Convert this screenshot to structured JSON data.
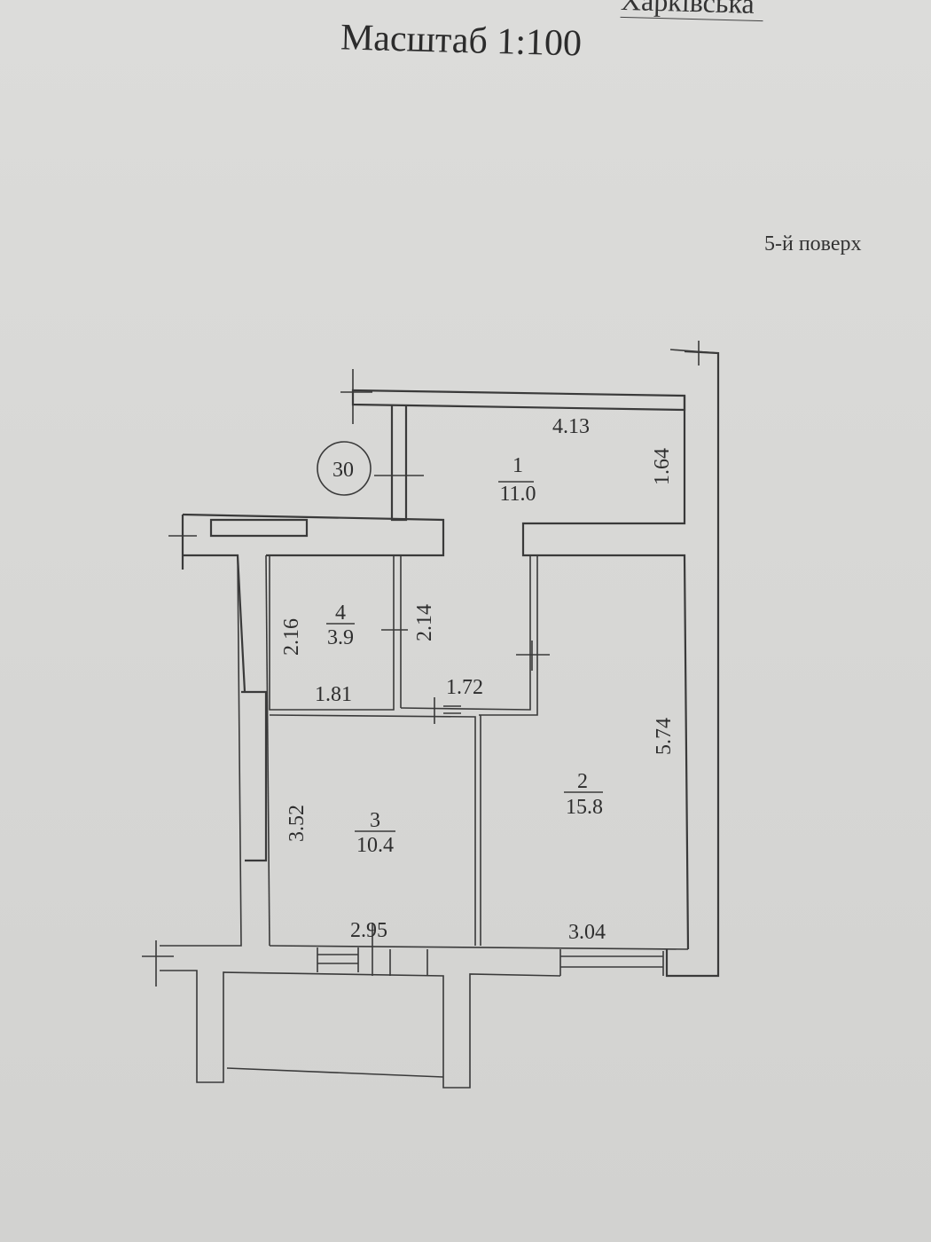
{
  "header": {
    "street": "Харківська",
    "scale": "Масштаб 1:100",
    "floor": "5-й поверх"
  },
  "plan": {
    "apartment_number": "30",
    "rooms": [
      {
        "number": "1",
        "area": "11.0"
      },
      {
        "number": "2",
        "area": "15.8"
      },
      {
        "number": "3",
        "area": "10.4"
      },
      {
        "number": "4",
        "area": "3.9"
      }
    ],
    "dimensions": {
      "d413": "4.13",
      "d164": "1.64",
      "d216": "2.16",
      "d214": "2.14",
      "d181": "1.81",
      "d172": "1.72",
      "d574": "5.74",
      "d352": "3.52",
      "d295": "2.95",
      "d304": "3.04"
    }
  }
}
